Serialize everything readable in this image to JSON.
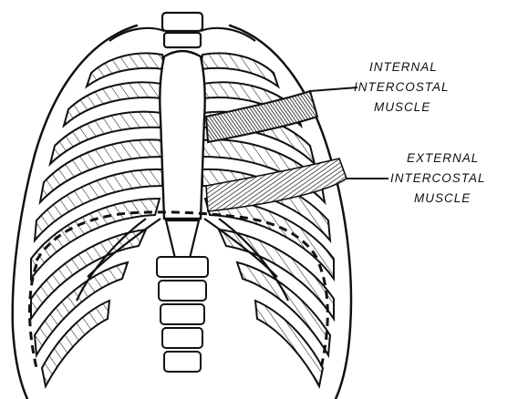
{
  "labels": {
    "internal": [
      "INTERNAL",
      "INTERCOSTAL",
      "MUSCLE"
    ],
    "external": [
      "EXTERNAL",
      "INTERCOSTAL",
      "MUSCLE"
    ]
  },
  "colors": {
    "ink": "#111111",
    "paper": "#ffffff",
    "hatch": "#222222"
  }
}
